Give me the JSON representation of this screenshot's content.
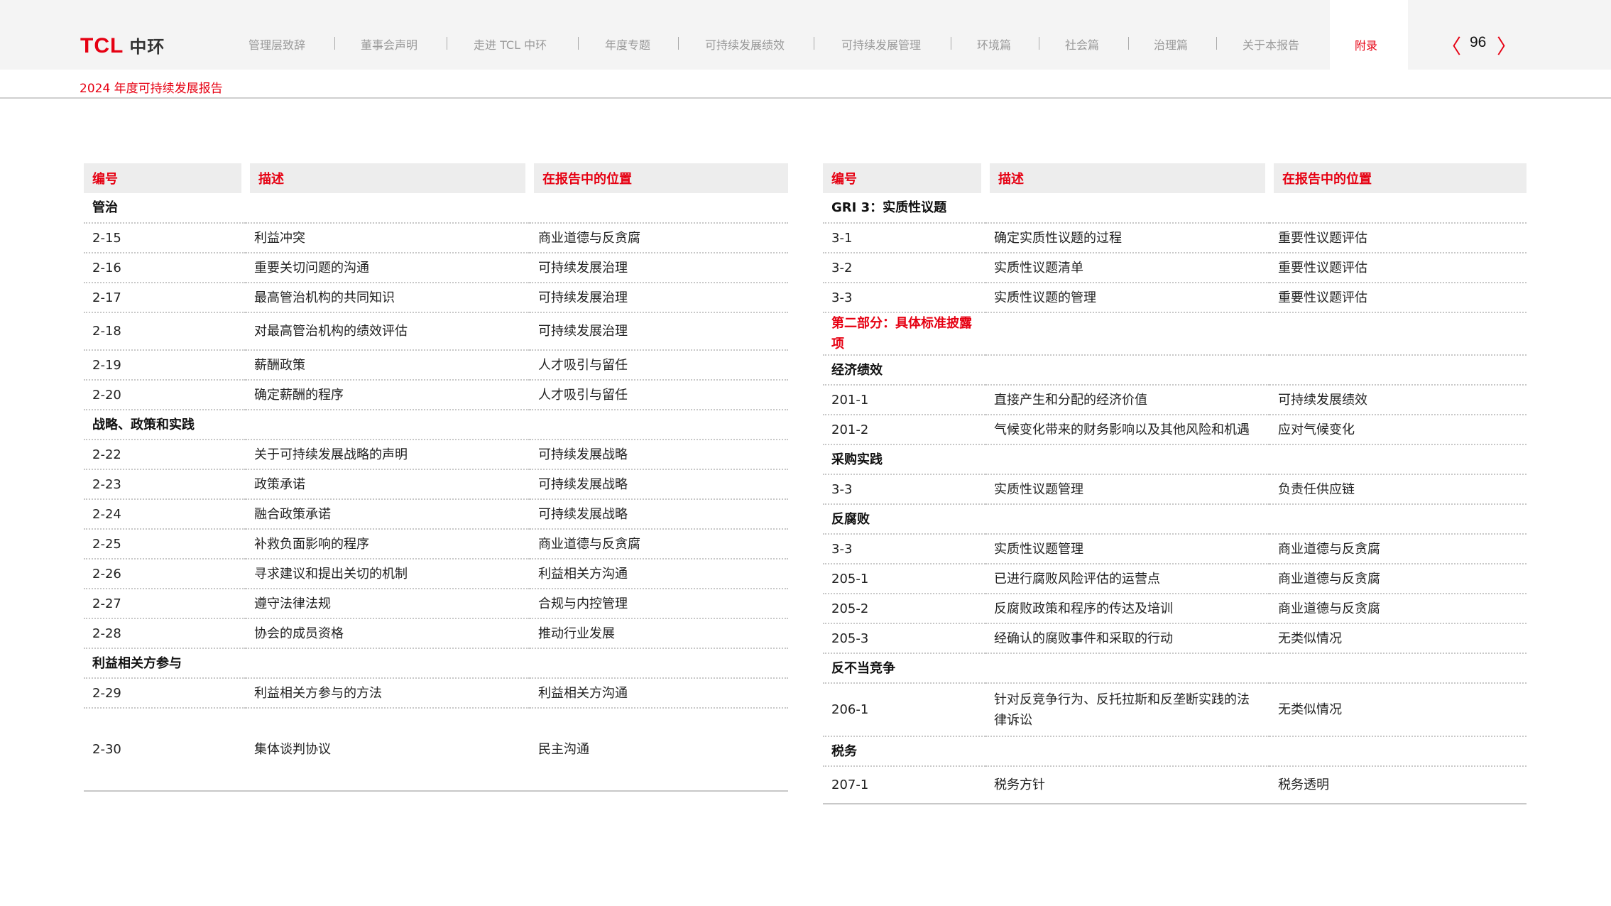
{
  "header": {
    "logo": "TCL 中环",
    "nav": [
      "管理层致辞",
      "董事会声明",
      "走进 TCL 中环",
      "年度专题",
      "可持续发展绩效",
      "可持续发展管理",
      "环境篇",
      "社会篇",
      "治理篇",
      "关于本报告"
    ],
    "active_tab": "附录",
    "page": "96"
  },
  "subtitle": "2024 年度可持续发展报告",
  "columns": [
    "编号",
    "描述",
    "在报告中的位置"
  ],
  "left_rows": [
    {
      "type": "sec",
      "id": "管治"
    },
    {
      "id": "2-15",
      "desc": "利益冲突",
      "loc": "商业道德与反贪腐"
    },
    {
      "id": "2-16",
      "desc": "重要关切问题的沟通",
      "loc": "可持续发展治理"
    },
    {
      "id": "2-17",
      "desc": "最高管治机构的共同知识",
      "loc": "可持续发展治理"
    },
    {
      "id": "2-18",
      "desc": "对最高管治机构的绩效评估",
      "loc": "可持续发展治理",
      "h": "tall"
    },
    {
      "id": "2-19",
      "desc": "薪酬政策",
      "loc": "人才吸引与留任"
    },
    {
      "id": "2-20",
      "desc": "确定薪酬的程序",
      "loc": "人才吸引与留任"
    },
    {
      "type": "sec",
      "id": "战略、政策和实践"
    },
    {
      "id": "2-22",
      "desc": "关于可持续发展战略的声明",
      "loc": "可持续发展战略"
    },
    {
      "id": "2-23",
      "desc": "政策承诺",
      "loc": "可持续发展战略"
    },
    {
      "id": "2-24",
      "desc": "融合政策承诺",
      "loc": "可持续发展战略"
    },
    {
      "id": "2-25",
      "desc": "补救负面影响的程序",
      "loc": "商业道德与反贪腐"
    },
    {
      "id": "2-26",
      "desc": "寻求建议和提出关切的机制",
      "loc": "利益相关方沟通"
    },
    {
      "id": "2-27",
      "desc": "遵守法律法规",
      "loc": "合规与内控管理"
    },
    {
      "id": "2-28",
      "desc": "协会的成员资格",
      "loc": "推动行业发展"
    },
    {
      "type": "sec",
      "id": "利益相关方参与"
    },
    {
      "id": "2-29",
      "desc": "利益相关方参与的方法",
      "loc": "利益相关方沟通"
    },
    {
      "id": "2-30",
      "desc": "集体谈判协议",
      "loc": "民主沟通",
      "h": "xl"
    }
  ],
  "right_rows": [
    {
      "type": "sec",
      "id": "GRI 3：实质性议题"
    },
    {
      "id": "3-1",
      "desc": "确定实质性议题的过程",
      "loc": "重要性议题评估"
    },
    {
      "id": "3-2",
      "desc": "实质性议题清单",
      "loc": "重要性议题评估"
    },
    {
      "id": "3-3",
      "desc": "实质性议题的管理",
      "loc": "重要性议题评估"
    },
    {
      "type": "red",
      "id": "第二部分：具体标准披露项"
    },
    {
      "type": "sec",
      "id": "经济绩效"
    },
    {
      "id": "201-1",
      "desc": "直接产生和分配的经济价值",
      "loc": "可持续发展绩效"
    },
    {
      "id": "201-2",
      "desc": "气候变化带来的财务影响以及其他风险和机遇",
      "loc": "应对气候变化"
    },
    {
      "type": "sec",
      "id": "采购实践"
    },
    {
      "id": "3-3",
      "desc": "实质性议题管理",
      "loc": "负责任供应链"
    },
    {
      "type": "sec",
      "id": "反腐败"
    },
    {
      "id": "3-3",
      "desc": "实质性议题管理",
      "loc": "商业道德与反贪腐"
    },
    {
      "id": "205-1",
      "desc": "已进行腐败风险评估的运营点",
      "loc": "商业道德与反贪腐"
    },
    {
      "id": "205-2",
      "desc": "反腐败政策和程序的传达及培训",
      "loc": "商业道德与反贪腐"
    },
    {
      "id": "205-3",
      "desc": "经确认的腐败事件和采取的行动",
      "loc": "无类似情况"
    },
    {
      "type": "sec",
      "id": "反不当竞争"
    },
    {
      "id": "206-1",
      "desc": "针对反竞争行为、反托拉斯和反垄断实践的法律诉讼",
      "loc": "无类似情况",
      "h": "l2"
    },
    {
      "type": "sec",
      "id": "税务"
    },
    {
      "id": "207-1",
      "desc": "税务方针",
      "loc": "税务透明",
      "h": "tall"
    }
  ]
}
